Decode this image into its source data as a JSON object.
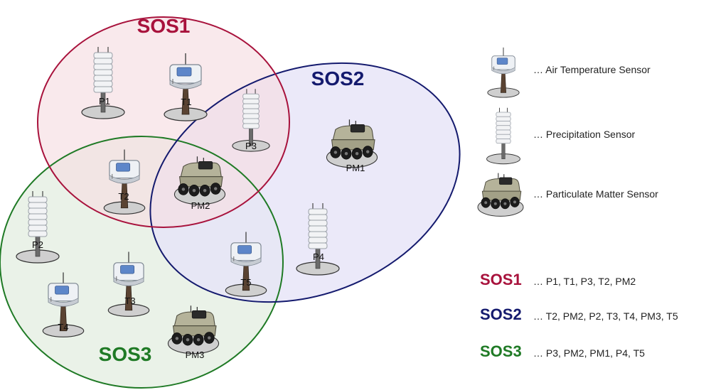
{
  "colors": {
    "sos1": "#a8123c",
    "sos2": "#141a6e",
    "sos3": "#1f7a25",
    "sos1_fill": "#f6dde2",
    "sos2_fill": "#e6e3f8",
    "sos3_fill": "#e3eee0"
  },
  "sets": {
    "sos1": "SOS1",
    "sos2": "SOS2",
    "sos3": "SOS3"
  },
  "nodes": {
    "P1": "P1",
    "T1": "T1",
    "P3": "P3",
    "T2": "T2",
    "PM1": "PM1",
    "PM2": "PM2",
    "P2": "P2",
    "P4": "P4",
    "T5": "T5",
    "T3": "T3",
    "T4": "T4",
    "PM3": "PM3"
  },
  "legend": {
    "air_temp": "… Air Temperature Sensor",
    "precip": "… Precipitation Sensor",
    "pm": "… Particulate Matter Sensor"
  },
  "membership": {
    "sos1_label": "SOS1",
    "sos1_members": "… P1, T1, P3, T2, PM2",
    "sos2_label": "SOS2",
    "sos2_members": "… T2, PM2, P2, T3, T4, PM3, T5",
    "sos3_label": "SOS3",
    "sos3_members": "… P3, PM2, PM1, P4, T5"
  },
  "icons": {
    "air_temp": "air-temperature-sensor-icon",
    "precip": "precipitation-sensor-icon",
    "pm": "particulate-matter-sensor-icon"
  }
}
